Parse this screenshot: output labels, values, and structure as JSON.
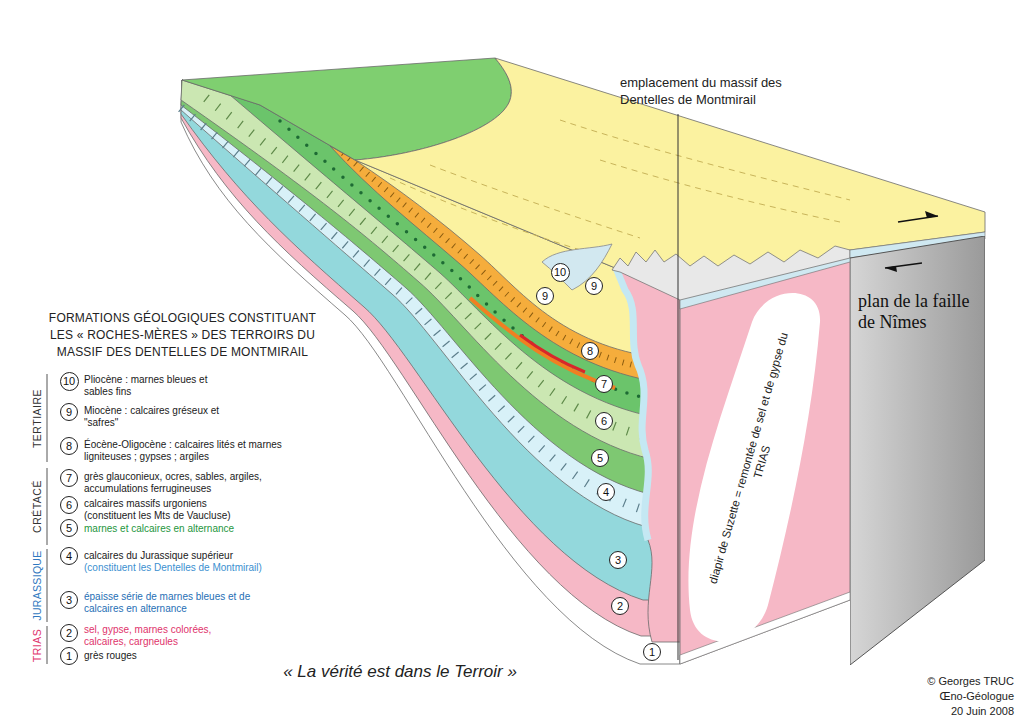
{
  "diagram": {
    "title": "FORMATIONS GÉOLOGIQUES CONSTITUANT LES « ROCHES-MÈRES » DES TERROIRS DU MASSIF DES DENTELLES DE MONTMIRAIL",
    "caption": "« La vérité est dans le Terroir »",
    "nodes": [
      {
        "text": [
          "10"
        ]
      },
      {
        "text": [
          "9"
        ]
      },
      {
        "text": [
          "8"
        ]
      },
      {
        "text": [
          "7"
        ]
      },
      {
        "text": [
          "6"
        ]
      },
      {
        "text": [
          "5"
        ]
      },
      {
        "text": [
          "4"
        ]
      },
      {
        "text": [
          "3"
        ]
      },
      {
        "text": [
          "2"
        ]
      },
      {
        "text": [
          "1"
        ]
      },
      {
        "text": [
          "10"
        ]
      },
      {
        "text": [
          "9"
        ]
      },
      {
        "text": [
          "9"
        ]
      },
      {
        "text": [
          "8"
        ]
      },
      {
        "text": [
          "7"
        ]
      },
      {
        "text": [
          "6"
        ]
      },
      {
        "text": [
          "5"
        ]
      },
      {
        "text": [
          "4"
        ]
      },
      {
        "text": [
          "3"
        ]
      },
      {
        "text": [
          "2"
        ]
      },
      {
        "text": [
          "1"
        ]
      },
      {
        "text": [
          "plan de la faille de Nîmes"
        ]
      }
    ],
    "labels": [
      "emplacement du massif des Dentelles de Montmirail",
      "diapir de Suzette = remontée de sel et de gypse du TRIAS",
      "TERTIAIRE",
      "CRÉTACÉ",
      "JURASSIQUE",
      "TRIAS",
      "(constituent les Dentelles de Montmirail)",
      "© Georges TRUC",
      "Œno-Géologue",
      "20 Juin 2008"
    ],
    "legend": [
      {
        "text": "Pliocène : marnes bleues et sables fins"
      },
      {
        "text": "Miocène : calcaires gréseux et \"safres\""
      },
      {
        "text": "Éocène-Oligocène : calcaires lités et marnes ligniteuses ; gypses ; argiles"
      },
      {
        "text": "grès glauconieux, ocres, sables, argiles, accumulations ferrugineuses"
      },
      {
        "text": "calcaires massifs urgoniens (constituent les Mts de Vaucluse)"
      },
      {
        "text": "marnes et calcaires en alternance"
      },
      {
        "text": "calcaires du Jurassique supérieur"
      },
      {
        "text": "épaisse série de marnes bleues et de calcaires en alternance"
      },
      {
        "text": "sel, gypse, marnes colorées, calcaires, cargneules"
      },
      {
        "text": "grès rouges"
      }
    ]
  }
}
